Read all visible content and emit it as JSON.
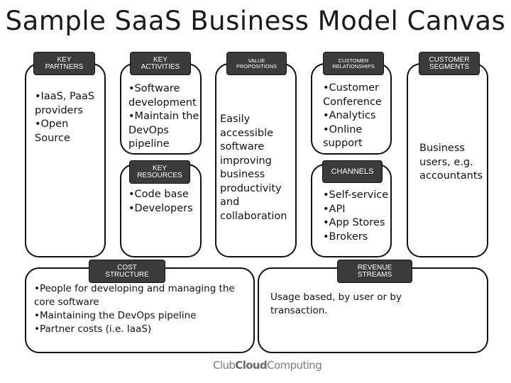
{
  "title": "Sample SaaS Business Model Canvas",
  "key_partners": {
    "label": "KEY\nPARTNERS",
    "items": [
      "•IaaS, PaaS providers",
      "•Open Source"
    ]
  },
  "key_activities": {
    "label": "KEY\nACTIVITIES",
    "items": [
      "•Software development",
      "•Maintain the DevOps pipeline"
    ]
  },
  "key_resources": {
    "label": "KEY\nRESOURCES",
    "items": [
      "•Code base",
      "•Developers"
    ]
  },
  "value_propositions": {
    "label": "VALUE\nPROPOSITIONS",
    "text": "Easily accessible software improving business productivity and collaboration"
  },
  "customer_relationships": {
    "label": "CUSTOMER\nRELATIONSHIPS",
    "items": [
      "•Customer Conference",
      "•Analytics",
      "•Online support"
    ]
  },
  "channels": {
    "label": "CHANNELS",
    "items": [
      "•Self-service",
      "•API",
      "•App Stores",
      "•Brokers"
    ]
  },
  "customer_segments": {
    "label": "CUSTOMER\nSEGMENTS",
    "text": "Business users, e.g. accountants"
  },
  "cost_structure": {
    "label": "COST\nSTRUCTURE",
    "items": [
      "•People for developing and managing the core software",
      "•Maintaining the DevOps pipeline",
      "•Partner costs (i.e. IaaS)"
    ]
  },
  "revenue_streams": {
    "label": "REVENUE\nSTREAMS",
    "text": "Usage based, by user or by transaction."
  },
  "footer": {
    "brand_part1": "Club",
    "brand_part2": "Cloud",
    "brand_part3": "Computing"
  }
}
